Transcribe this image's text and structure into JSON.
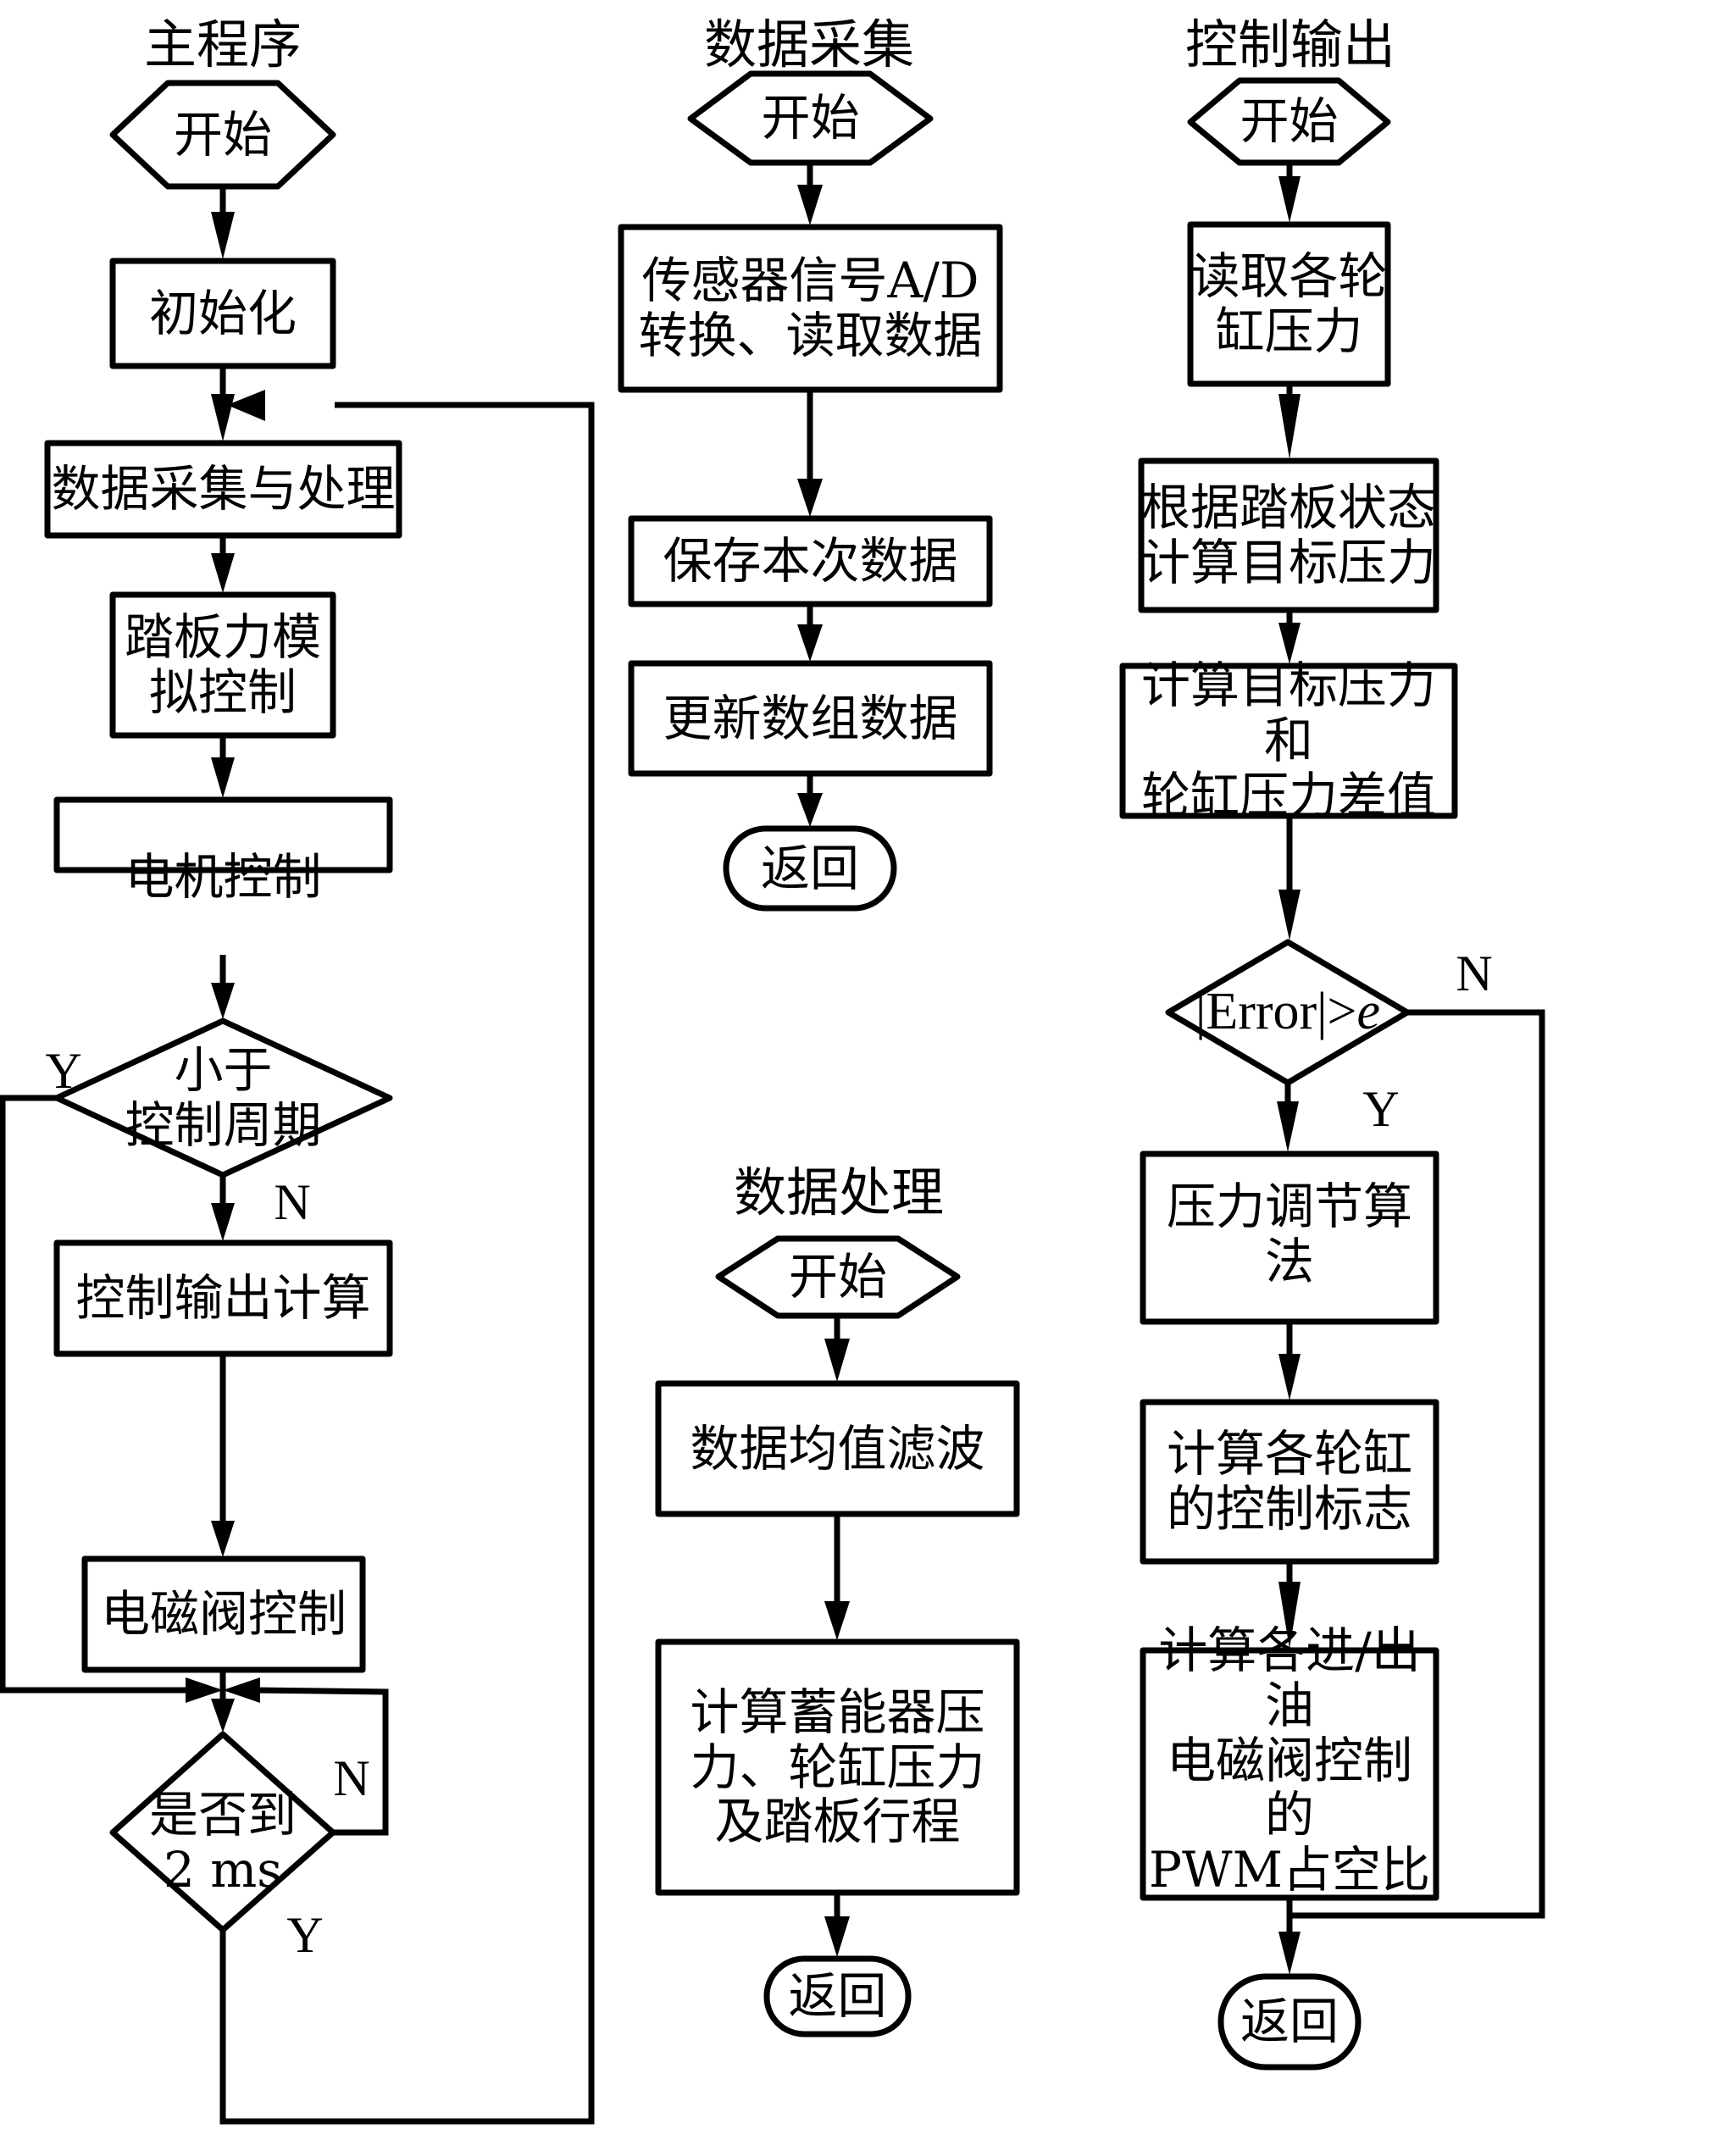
{
  "diagram": {
    "type": "flowchart",
    "colors": {
      "stroke": "#000000",
      "background": "#ffffff"
    },
    "flowcharts": [
      {
        "id": "main",
        "title": "主程序",
        "nodes": [
          {
            "id": "start",
            "shape": "hexagon",
            "text": "开始"
          },
          {
            "id": "init",
            "shape": "process",
            "text": "初始化"
          },
          {
            "id": "acq",
            "shape": "process",
            "text": "数据采集与处理"
          },
          {
            "id": "pedal",
            "shape": "process",
            "text": "踏板力模\n拟控制"
          },
          {
            "id": "motor",
            "shape": "process",
            "text": "电机控制"
          },
          {
            "id": "period",
            "shape": "decision",
            "text": "小于\n控制周期"
          },
          {
            "id": "outcalc",
            "shape": "process",
            "text": "控制输出计算"
          },
          {
            "id": "valve",
            "shape": "process",
            "text": "电磁阀控制"
          },
          {
            "id": "wait",
            "shape": "decision",
            "text": "是否到\n2 ms"
          }
        ],
        "edge_labels": {
          "period_yes": "Y",
          "period_no": "N",
          "wait_no": "N",
          "wait_yes": "Y"
        }
      },
      {
        "id": "acquisition",
        "title": "数据采集",
        "nodes": [
          {
            "id": "start",
            "shape": "hexagon",
            "text": "开始"
          },
          {
            "id": "ad",
            "shape": "process",
            "text": "传感器信号A/D\n转换、读取数据"
          },
          {
            "id": "save",
            "shape": "process",
            "text": "保存本次数据"
          },
          {
            "id": "update",
            "shape": "process",
            "text": "更新数组数据"
          },
          {
            "id": "ret",
            "shape": "terminator",
            "text": "返回"
          }
        ]
      },
      {
        "id": "processing",
        "title": "数据处理",
        "nodes": [
          {
            "id": "start",
            "shape": "hexagon",
            "text": "开始"
          },
          {
            "id": "filter",
            "shape": "process",
            "text": "数据均值滤波"
          },
          {
            "id": "calc",
            "shape": "process",
            "text": "计算蓄能器压\n力、轮缸压力\n及踏板行程"
          },
          {
            "id": "ret",
            "shape": "terminator",
            "text": "返回"
          }
        ]
      },
      {
        "id": "control_output",
        "title": "控制输出",
        "nodes": [
          {
            "id": "start",
            "shape": "hexagon",
            "text": "开始"
          },
          {
            "id": "read",
            "shape": "process",
            "text": "读取各轮\n缸压力"
          },
          {
            "id": "target",
            "shape": "process",
            "text": "根据踏板状态\n计算目标压力"
          },
          {
            "id": "diff",
            "shape": "process",
            "text": "计算目标压力和\n轮缸压力差值"
          },
          {
            "id": "check",
            "shape": "decision",
            "text_prefix": "|Error|>",
            "text_var": "e"
          },
          {
            "id": "algo",
            "shape": "process",
            "text": "压力调节算法"
          },
          {
            "id": "flags",
            "shape": "process",
            "text": "计算各轮缸\n的控制标志"
          },
          {
            "id": "pwm",
            "shape": "process",
            "text": "计算各进/出油\n电磁阀控制的\nPWM占空比"
          },
          {
            "id": "ret",
            "shape": "terminator",
            "text": "返回"
          }
        ],
        "edge_labels": {
          "check_no": "N",
          "check_yes": "Y"
        }
      }
    ]
  }
}
